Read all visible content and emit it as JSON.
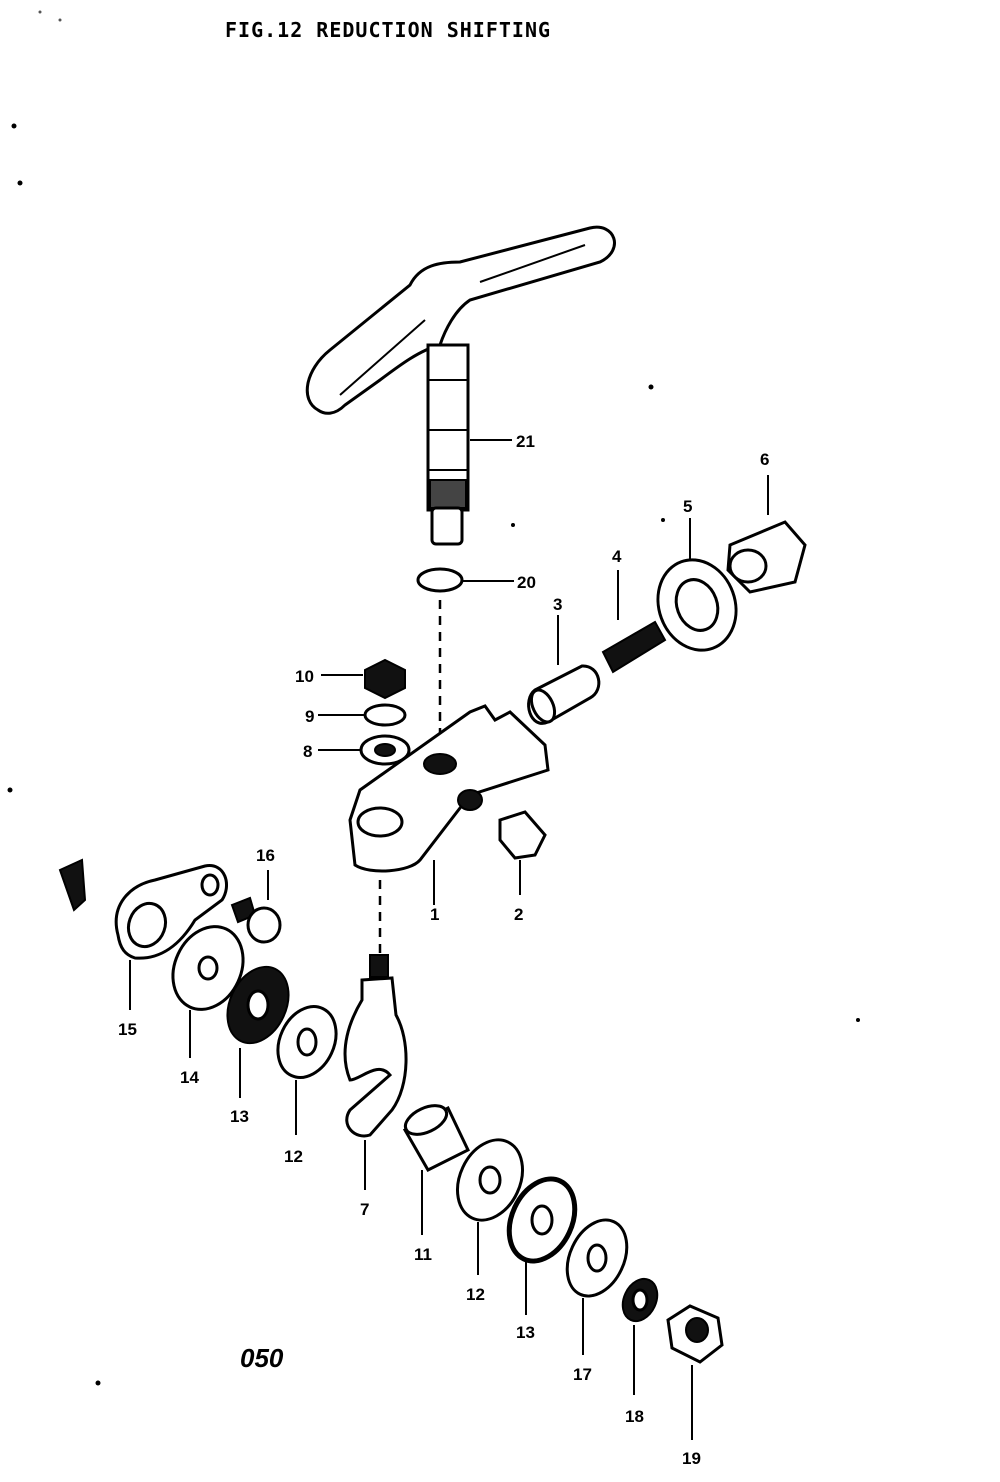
{
  "figure": {
    "title": "FIG.12  REDUCTION SHIFTING",
    "page_code": "050"
  },
  "callouts": [
    {
      "id": "c21",
      "label": "21"
    },
    {
      "id": "c20",
      "label": "20"
    },
    {
      "id": "c6",
      "label": "6"
    },
    {
      "id": "c5",
      "label": "5"
    },
    {
      "id": "c4",
      "label": "4"
    },
    {
      "id": "c3",
      "label": "3"
    },
    {
      "id": "c10",
      "label": "10"
    },
    {
      "id": "c9",
      "label": "9"
    },
    {
      "id": "c8",
      "label": "8"
    },
    {
      "id": "c16",
      "label": "16"
    },
    {
      "id": "c1",
      "label": "1"
    },
    {
      "id": "c2",
      "label": "2"
    },
    {
      "id": "c15",
      "label": "15"
    },
    {
      "id": "c14",
      "label": "14"
    },
    {
      "id": "c13a",
      "label": "13"
    },
    {
      "id": "c12a",
      "label": "12"
    },
    {
      "id": "c7",
      "label": "7"
    },
    {
      "id": "c11",
      "label": "11"
    },
    {
      "id": "c12b",
      "label": "12"
    },
    {
      "id": "c13b",
      "label": "13"
    },
    {
      "id": "c17",
      "label": "17"
    },
    {
      "id": "c18",
      "label": "18"
    },
    {
      "id": "c19",
      "label": "19"
    }
  ]
}
